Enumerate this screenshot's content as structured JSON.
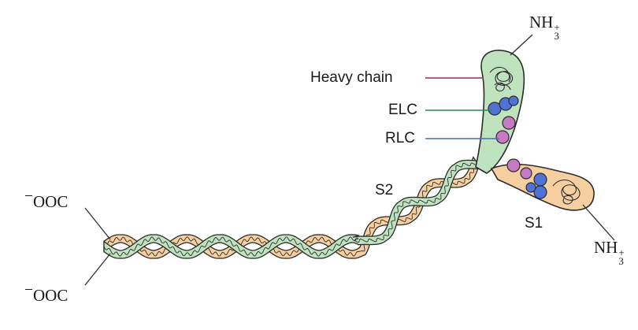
{
  "labels": {
    "heavy_chain": "Heavy chain",
    "elc": "ELC",
    "rlc": "RLC",
    "s2": "S2",
    "s1": "S1"
  },
  "termini": {
    "n_top": {
      "base": "NH",
      "sup": "+",
      "sub": "3"
    },
    "n_right": {
      "base": "NH",
      "sup": "+",
      "sub": "3"
    },
    "c_top": "OOC",
    "c_bottom": "OOC"
  },
  "colors": {
    "heavy_chain_fill": "#bfe3bf",
    "s1_fill": "#f6cfa0",
    "elc_fill": "#4f72d6",
    "rlc_fill": "#c57bc4",
    "outline": "#2c2c2c",
    "heavy_chain_leader": "#9b2c5c",
    "elc_leader": "#2a8a4a",
    "rlc_leader": "#4a6fb0"
  }
}
